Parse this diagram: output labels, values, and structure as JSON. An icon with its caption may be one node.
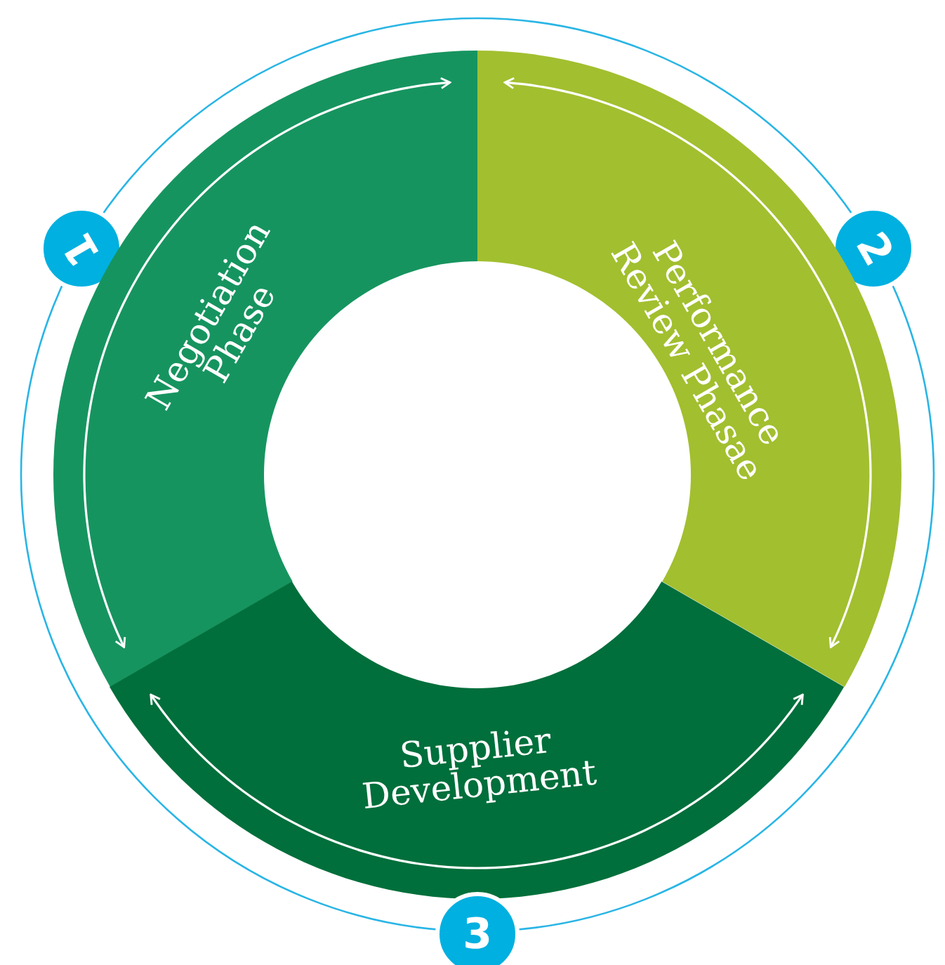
{
  "diagram": {
    "nodes": [
      {
        "text": [
          "1"
        ]
      },
      {
        "text": [
          "Negotiation Phase"
        ]
      },
      {
        "text": [
          "2"
        ]
      },
      {
        "text": [
          "Performance Review Phasae"
        ]
      },
      {
        "text": [
          "Supplier Development"
        ]
      },
      {
        "text": [
          "3"
        ]
      }
    ]
  }
}
